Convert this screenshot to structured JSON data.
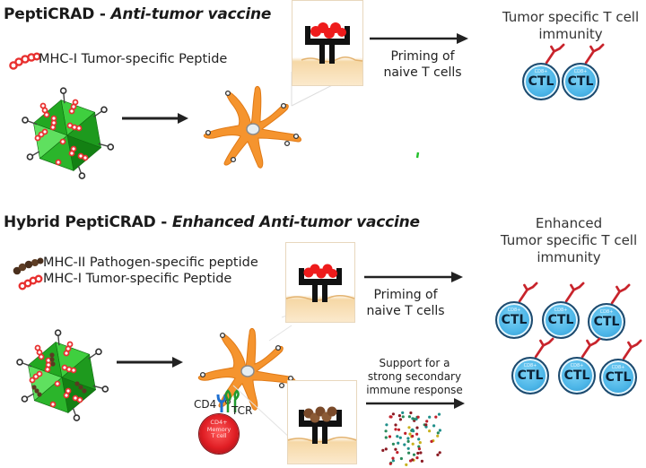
{
  "panel1": {
    "title_bold": "PeptiCRAD - ",
    "title_italic": "Anti-tumor vaccine",
    "legend": [
      {
        "label": "MHC-I Tumor-specific Peptide",
        "icon": "red-peptide-chain-icon"
      }
    ],
    "priming_label_line1": "Priming of",
    "priming_label_line2": "naive T cells",
    "result_line1": "Tumor specific T cell",
    "result_line2": "immunity",
    "ctl_cells": [
      {
        "label": "CTL",
        "sublabel": "CD8+"
      },
      {
        "label": "CTL",
        "sublabel": "CD8+"
      }
    ]
  },
  "panel2": {
    "title_bold": "Hybrid PeptiCRAD - ",
    "title_italic": "Enhanced Anti-tumor vaccine",
    "legend": [
      {
        "label": "MHC-II Pathogen-specific peptide",
        "icon": "brown-peptide-chain-icon"
      },
      {
        "label": "MHC-I Tumor-specific Peptide",
        "icon": "red-peptide-chain-icon"
      }
    ],
    "priming_label_line1": "Priming of",
    "priming_label_line2": "naive T cells",
    "support_line1": "Support for a",
    "support_line2": "strong secondary",
    "support_line3": "immune response",
    "cd4_label": "CD4",
    "tcr_label": "TCR",
    "memory_cell_line1": "CD4+",
    "memory_cell_line2": "Memory",
    "memory_cell_line3": "T cell",
    "result_line1": "Enhanced",
    "result_line2": "Tumor specific T cell",
    "result_line3": "immunity",
    "ctl_cells": [
      {
        "label": "CTL",
        "sublabel": "CD8+"
      },
      {
        "label": "CTL",
        "sublabel": "CD8+"
      },
      {
        "label": "CTL",
        "sublabel": "CD8+"
      },
      {
        "label": "CTL",
        "sublabel": "CD8+"
      },
      {
        "label": "CTL",
        "sublabel": "CD8+"
      },
      {
        "label": "CTL",
        "sublabel": "CD8+"
      }
    ]
  },
  "colors": {
    "virus_green": "#2db82d",
    "virus_dark": "#137a13",
    "peptide_red": "#e8302f",
    "peptide_brown": "#5a3a22",
    "dendritic_orange": "#f5942e",
    "ctl_blue": "#4db6e8",
    "ctl_border": "#1d4a6e",
    "receptor_red": "#c8242c",
    "memory_red": "#d41f26",
    "membrane_tan": "#f2c98a",
    "arrow": "#222222"
  }
}
